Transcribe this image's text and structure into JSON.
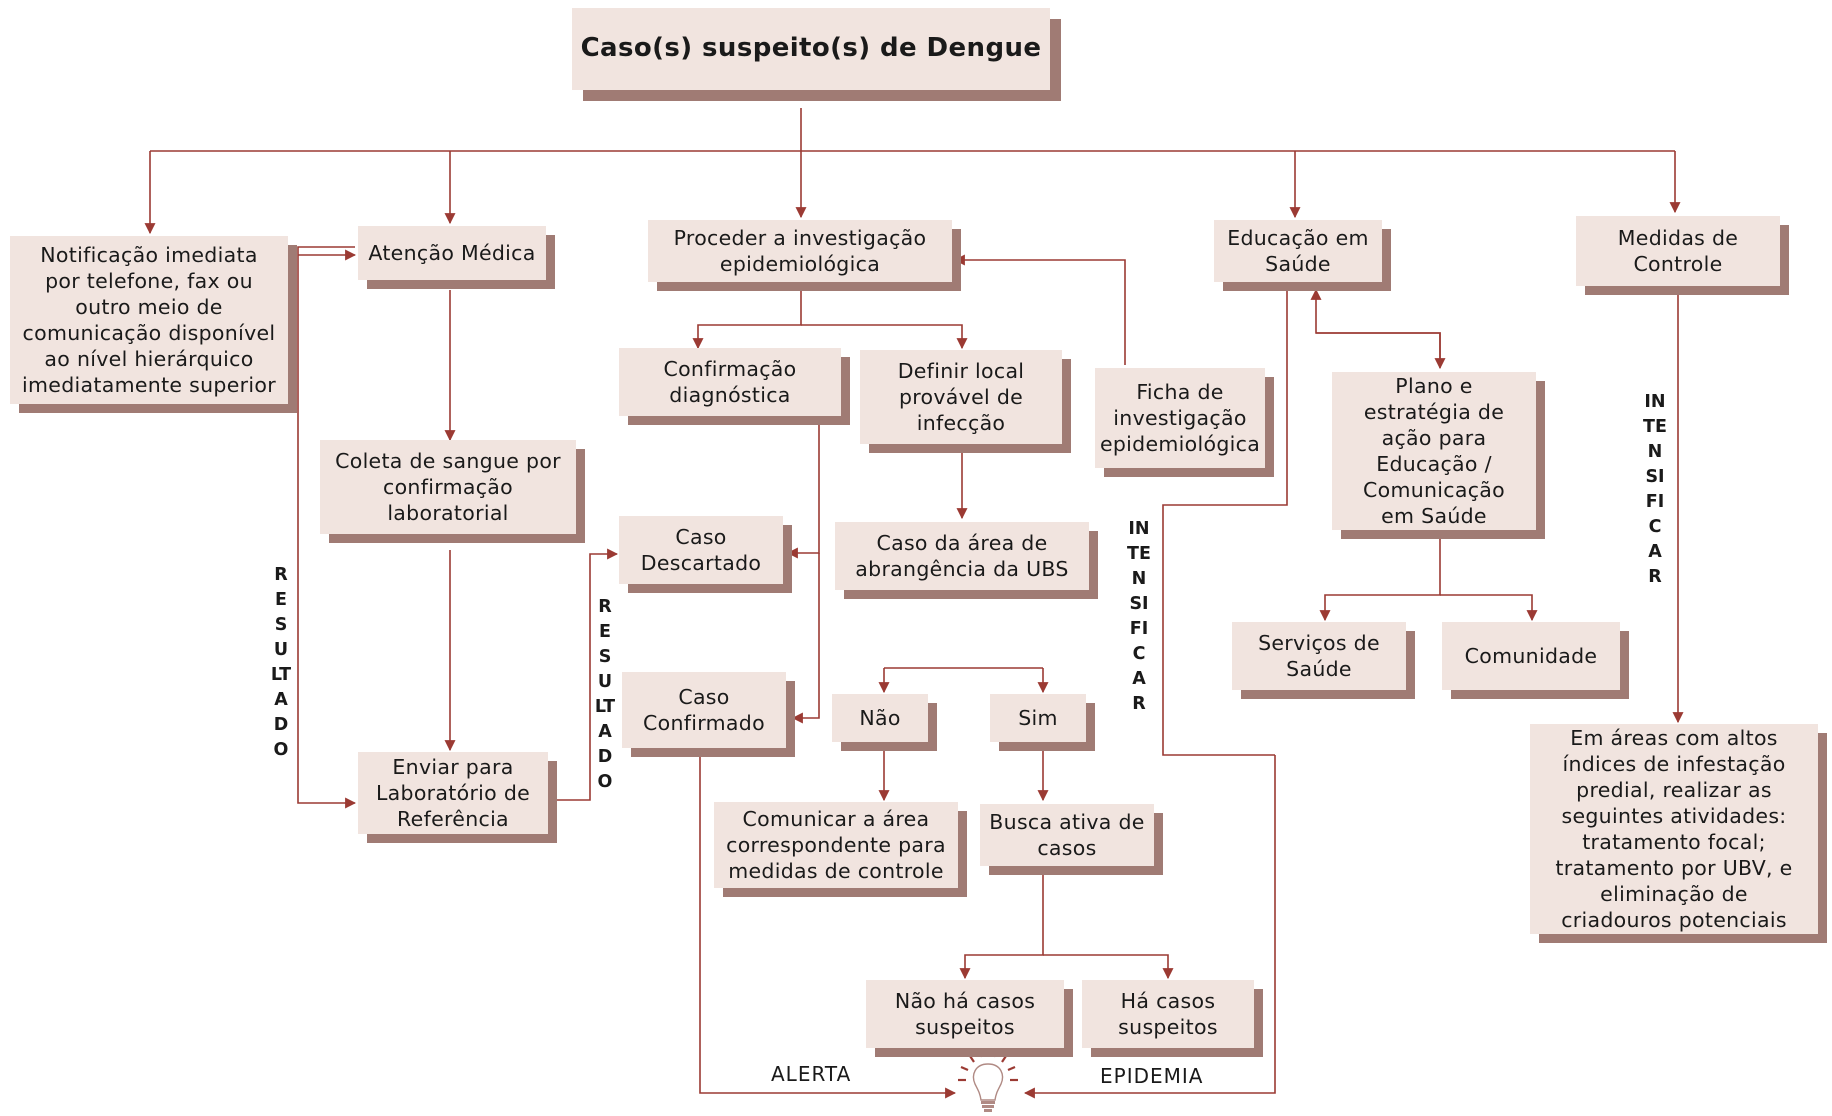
{
  "title": "Caso(s) suspeito(s) de Dengue",
  "nodes": {
    "notificacao": "Notificação imediata\npor telefone, fax ou\noutro meio de\ncomunicação disponível\nao nível hierárquico\nimediatamente superior",
    "atencao_medica": "Atenção Médica",
    "investigacao": "Proceder a investigação\nepidemiológica",
    "educacao": "Educação em\nSaúde",
    "medidas": "Medidas de\nControle",
    "confirmacao_diag": "Confirmação\ndiagnóstica",
    "definir_local": "Definir local\nprovável de\ninfecção",
    "ficha": "Ficha de\ninvestigação\nepidemiológica",
    "plano": "Plano e\nestratégia de\nação para\nEducação /\nComunicação\nem Saúde",
    "coleta": "Coleta de sangue por\nconfirmação\nlaboratorial",
    "caso_descartado": "Caso\nDescartado",
    "caso_area": "Caso da área de\nabrangência da UBS",
    "servicos": "Serviços de\nSaúde",
    "comunidade": "Comunidade",
    "caso_confirmado": "Caso\nConfirmado",
    "nao": "Não",
    "sim": "Sim",
    "enviar": "Enviar para\nLaboratório de\nReferência",
    "comunicar": "Comunicar a área\ncorrespondente para\nmedidas de controle",
    "busca": "Busca ativa de\ncasos",
    "areas_infestacao": "Em áreas com altos\níndices de infestação\npredial, realizar as\nseguintes atividades:\ntratamento focal;\ntratamento por UBV, e\neliminação de\ncriadouros potenciais",
    "nao_ha": "Não há casos\nsuspeitos",
    "ha": "Há casos\nsuspeitos"
  },
  "vertical_labels": {
    "resultado_left": "RESULTADO",
    "resultado_right": "RESULTADO",
    "intensificar_mid": "INTENSIFICAR",
    "intensificar_right": "INTENSIFICAR"
  },
  "edge_labels": {
    "alerta": "ALERTA",
    "epidemia": "EPIDEMIA"
  },
  "colors": {
    "box_fill": "#f1e4df",
    "box_shadow": "#a07b74",
    "connector": "#9b3a33"
  }
}
